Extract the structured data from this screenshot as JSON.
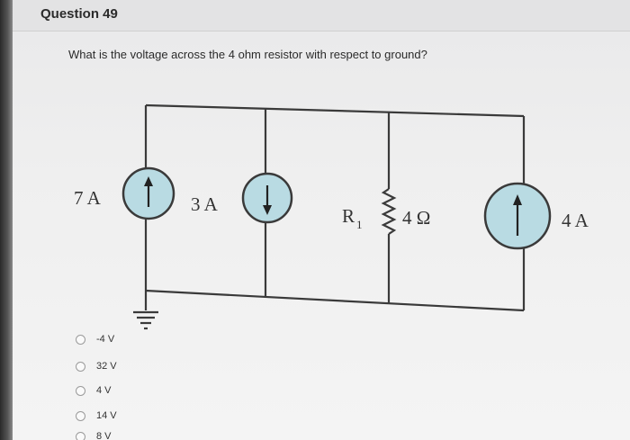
{
  "question": {
    "number": "Question 49",
    "prompt": "What is the voltage across the 4 ohm resistor with respect to ground?"
  },
  "circuit": {
    "source_1": "7 A",
    "source_2": "3 A",
    "resistor_name": "R",
    "resistor_subscript": "1",
    "resistor_value": "4 Ω",
    "source_4": "4 A"
  },
  "options": [
    {
      "label": "-4 V"
    },
    {
      "label": "32 V"
    },
    {
      "label": "4 V"
    },
    {
      "label": "14 V"
    },
    {
      "label": "8 V"
    }
  ],
  "colors": {
    "source_fill": "#b9dbe3",
    "wire": "#3a3a3a"
  }
}
